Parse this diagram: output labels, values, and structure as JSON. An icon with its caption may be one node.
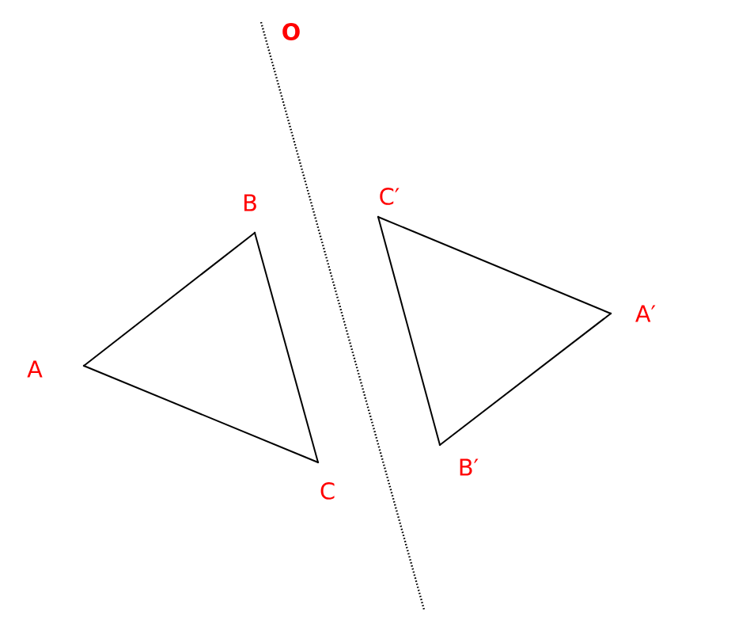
{
  "diagram": {
    "nodes": [
      {
        "text": [],
        "shape": "point",
        "beside": [
          "A"
        ]
      },
      {
        "text": [],
        "shape": "point",
        "beside": [
          "B"
        ]
      },
      {
        "text": [],
        "shape": "point",
        "beside": [
          "C"
        ]
      },
      {
        "text": [],
        "shape": "point",
        "beside": [
          "C′"
        ]
      },
      {
        "text": [],
        "shape": "point",
        "beside": [
          "A′"
        ]
      },
      {
        "text": [],
        "shape": "point",
        "beside": [
          "B′"
        ]
      }
    ],
    "edges": [
      {
        "from": 0,
        "to": 1,
        "arrow": "none"
      },
      {
        "from": 1,
        "to": 2,
        "arrow": "none"
      },
      {
        "from": 2,
        "to": 0,
        "arrow": "none"
      },
      {
        "from": 3,
        "to": 4,
        "arrow": "none"
      },
      {
        "from": 4,
        "to": 5,
        "arrow": "none"
      },
      {
        "from": 5,
        "to": 3,
        "arrow": "none"
      }
    ],
    "labels": [
      "O"
    ]
  }
}
